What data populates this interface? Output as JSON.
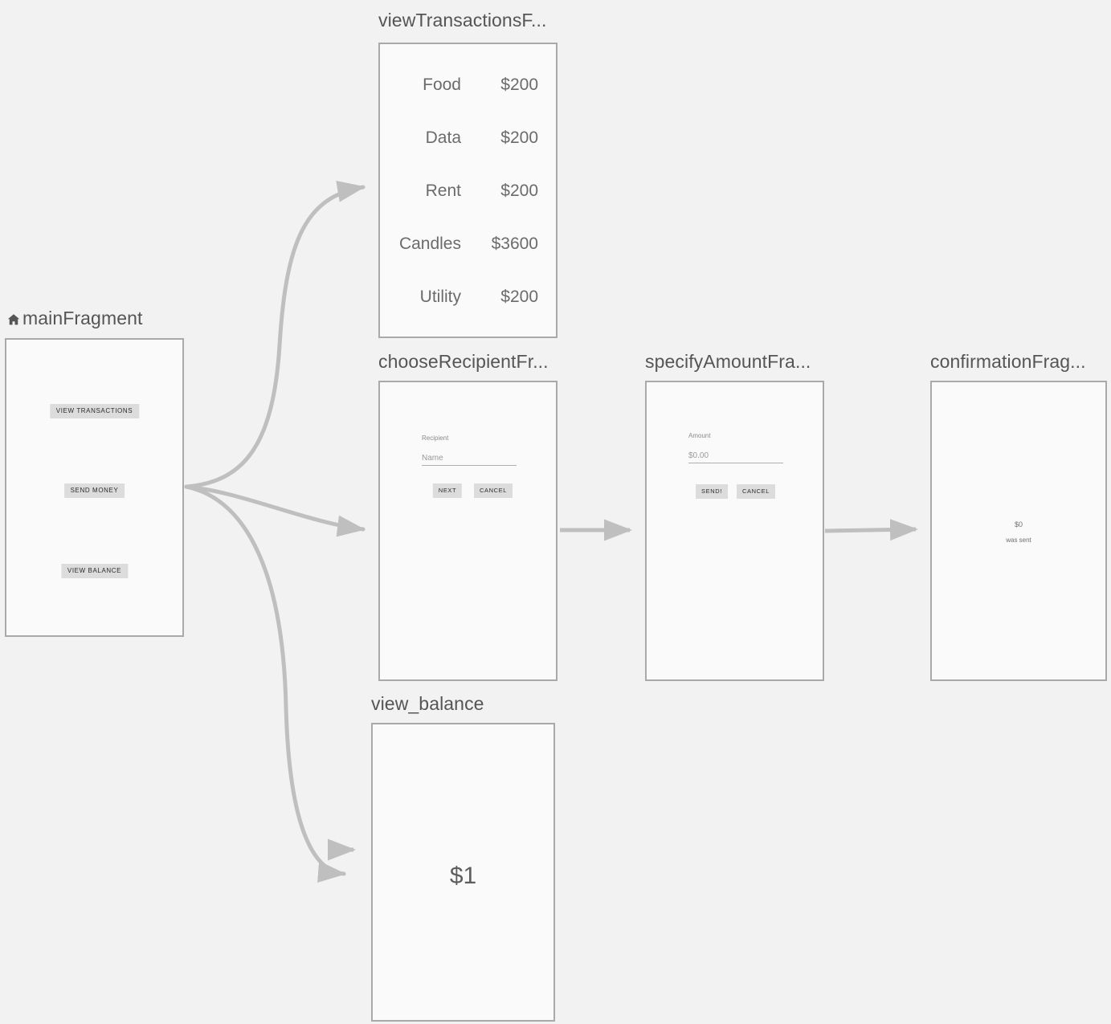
{
  "canvas": {
    "background_color": "#f2f2f2",
    "edge_color": "#bfbfbf",
    "box_border_color": "#a9a9a9",
    "box_fill_color": "#fafafa"
  },
  "destinations": [
    {
      "id": "mainFragment",
      "title": "mainFragment",
      "is_start": true,
      "start_icon": "home-icon",
      "buttons": [
        {
          "label": "VIEW TRANSACTIONS"
        },
        {
          "label": "SEND MONEY"
        },
        {
          "label": "VIEW BALANCE"
        }
      ]
    },
    {
      "id": "viewTransactionsFragment",
      "title": "viewTransactionsF...",
      "transactions": [
        {
          "name": "Food",
          "amount": "$200"
        },
        {
          "name": "Data",
          "amount": "$200"
        },
        {
          "name": "Rent",
          "amount": "$200"
        },
        {
          "name": "Candles",
          "amount": "$3600"
        },
        {
          "name": "Utility",
          "amount": "$200"
        }
      ]
    },
    {
      "id": "chooseRecipientFragment",
      "title": "chooseRecipientFr...",
      "field_label": "Recipient",
      "field_placeholder": "Name",
      "buttons": [
        {
          "label": "NEXT"
        },
        {
          "label": "CANCEL"
        }
      ]
    },
    {
      "id": "specifyAmountFragment",
      "title": "specifyAmountFra...",
      "field_label": "Amount",
      "field_placeholder": "$0.00",
      "buttons": [
        {
          "label": "SEND!"
        },
        {
          "label": "CANCEL"
        }
      ]
    },
    {
      "id": "confirmationFragment",
      "title": "confirmationFrag...",
      "amount": "$0",
      "message": "was sent"
    },
    {
      "id": "view_balance",
      "title": "view_balance",
      "balance": "$1"
    }
  ]
}
